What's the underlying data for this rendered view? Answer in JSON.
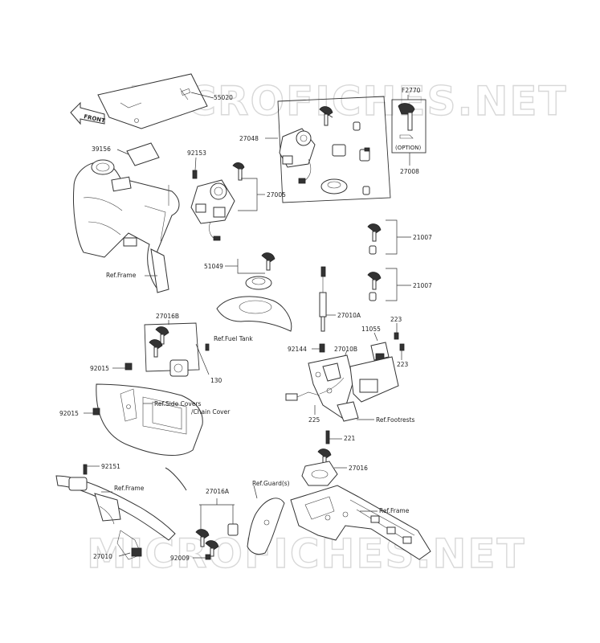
{
  "watermark": "MICROFICHES.NET",
  "front_label": "FRONT",
  "option_label": "(OPTION)",
  "parts": {
    "p55020": "55020",
    "p39156": "39156",
    "p92153": "92153",
    "p27048": "27048",
    "pF2770": "F2770",
    "p27008": "27008",
    "p27005": "27005",
    "p21007a": "21007",
    "p21007b": "21007",
    "p51049": "51049",
    "p27010A": "27010A",
    "p223a": "223",
    "p11055": "11055",
    "p223b": "223",
    "p92144": "92144",
    "p27010B": "27010B",
    "p225": "225",
    "p27016B": "27016B",
    "p92015a": "92015",
    "p130": "130",
    "p92015b": "92015",
    "p221": "221",
    "p27016": "27016",
    "p92151": "92151",
    "p27016A": "27016A",
    "p27010": "27010",
    "p92009": "92009"
  },
  "refs": {
    "frame1": "Ref.Frame",
    "fuel_tank": "Ref.Fuel Tank",
    "side_covers": "Ref.Side Covers",
    "chain_cover": "/Chain Cover",
    "footrests": "Ref.Footrests",
    "frame2": "Ref.Frame",
    "guards": "Ref.Guard(s)",
    "frame3": "Ref.Frame"
  }
}
